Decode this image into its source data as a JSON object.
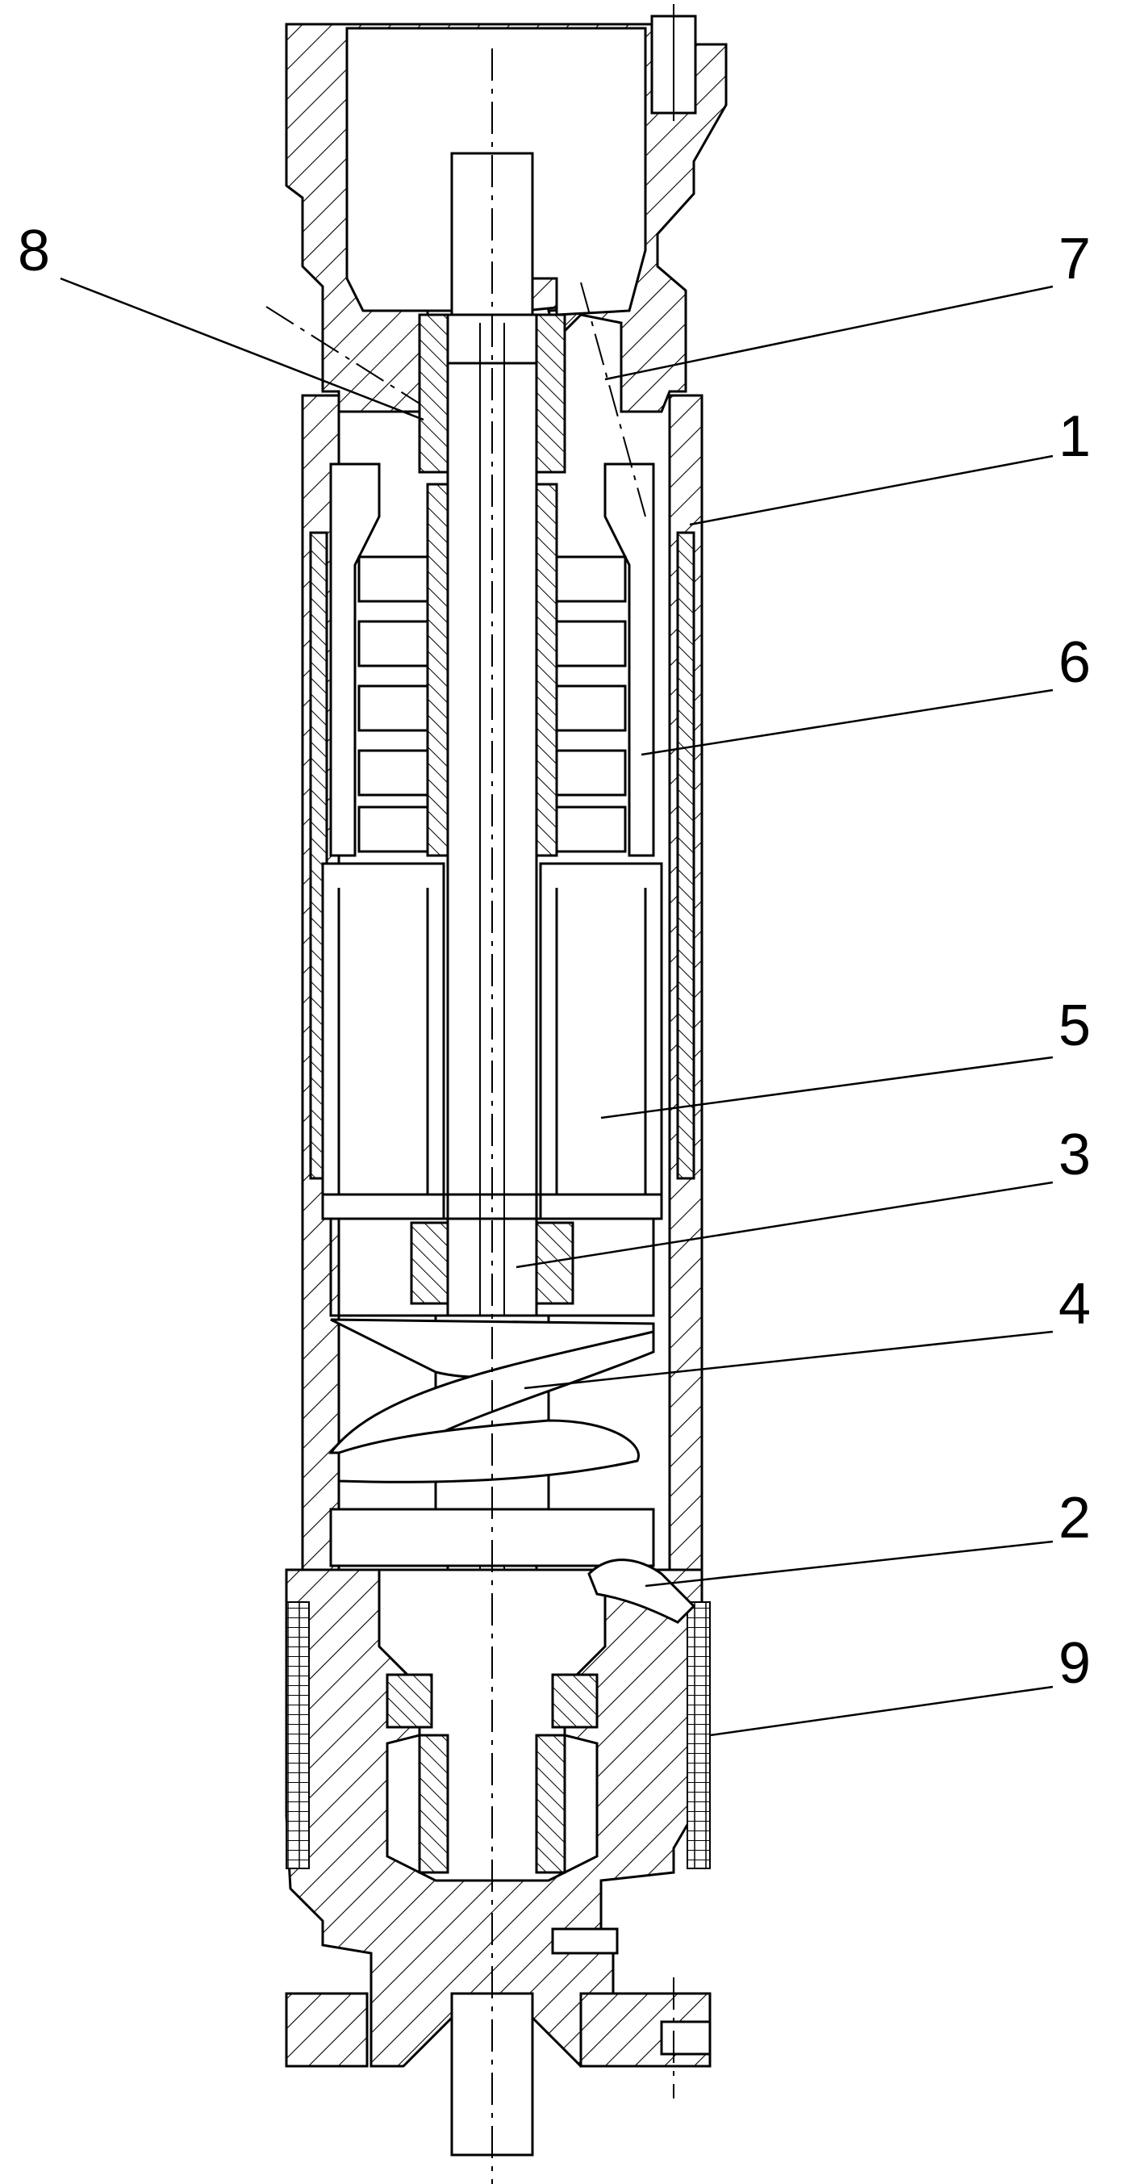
{
  "labels": [
    {
      "key": "8",
      "text": "8"
    },
    {
      "key": "7",
      "text": "7"
    },
    {
      "key": "1",
      "text": "1"
    },
    {
      "key": "6",
      "text": "6"
    },
    {
      "key": "5",
      "text": "5"
    },
    {
      "key": "3",
      "text": "3"
    },
    {
      "key": "4",
      "text": "4"
    },
    {
      "key": "2",
      "text": "2"
    },
    {
      "key": "9",
      "text": "9"
    }
  ]
}
